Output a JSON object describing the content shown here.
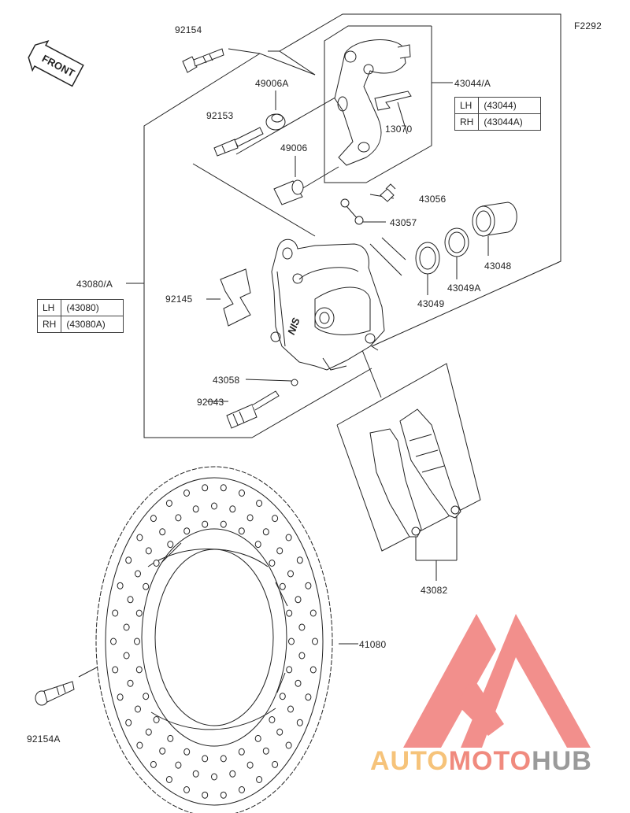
{
  "diagram": {
    "code": "F2292",
    "front_label": "FRONT",
    "parts": {
      "p92154": "92154",
      "p49006A": "49006A",
      "p92153": "92153",
      "p49006": "49006",
      "p43044A": "43044/A",
      "p13070": "13070",
      "p43056": "43056",
      "p43057": "43057",
      "p43048": "43048",
      "p43049A": "43049A",
      "p43049": "43049",
      "p43080A": "43080/A",
      "p92145": "92145",
      "p43058": "43058",
      "p92043": "92043",
      "p43082": "43082",
      "p41080": "41080",
      "p92154A": "92154A"
    },
    "table_43044": [
      {
        "side": "LH",
        "part": "(43044)"
      },
      {
        "side": "RH",
        "part": "(43044A)"
      }
    ],
    "table_43080": [
      {
        "side": "LH",
        "part": "(43080)"
      },
      {
        "side": "RH",
        "part": "(43080A)"
      }
    ]
  },
  "watermark": {
    "auto": "AUTO",
    "moto": "MOTO",
    "hub": "HUB",
    "colors": {
      "auto": "#f6c37a",
      "moto": "#f08a7e",
      "hub": "#9a9a9a",
      "logo": "#f07c78"
    }
  }
}
